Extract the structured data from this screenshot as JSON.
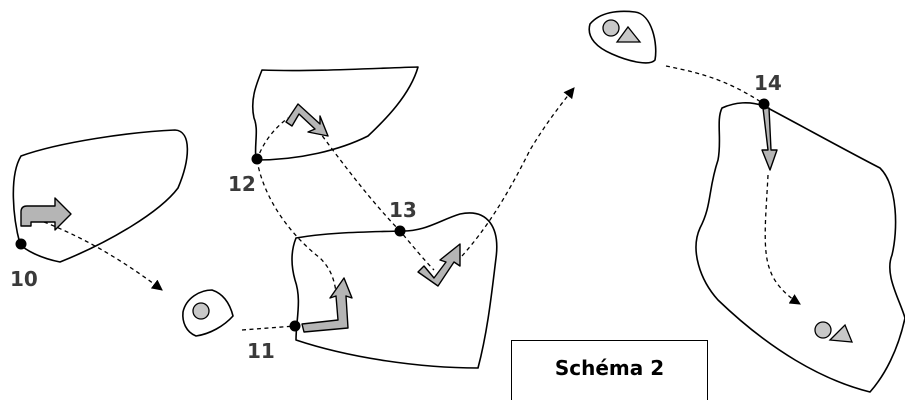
{
  "caption": "Schéma 2",
  "points": {
    "p10": "10",
    "p11": "11",
    "p12": "12",
    "p13": "13",
    "p14": "14"
  },
  "colors": {
    "outline": "#000000",
    "arrow_fill": "#b5b5b5",
    "token_fill": "#c8c8c8",
    "label": "#3a3a3a"
  },
  "icons": [
    "cell-outline",
    "turn-arrow-icon",
    "dashed-path-arrow",
    "token-circle-icon",
    "token-triangle-icon"
  ]
}
